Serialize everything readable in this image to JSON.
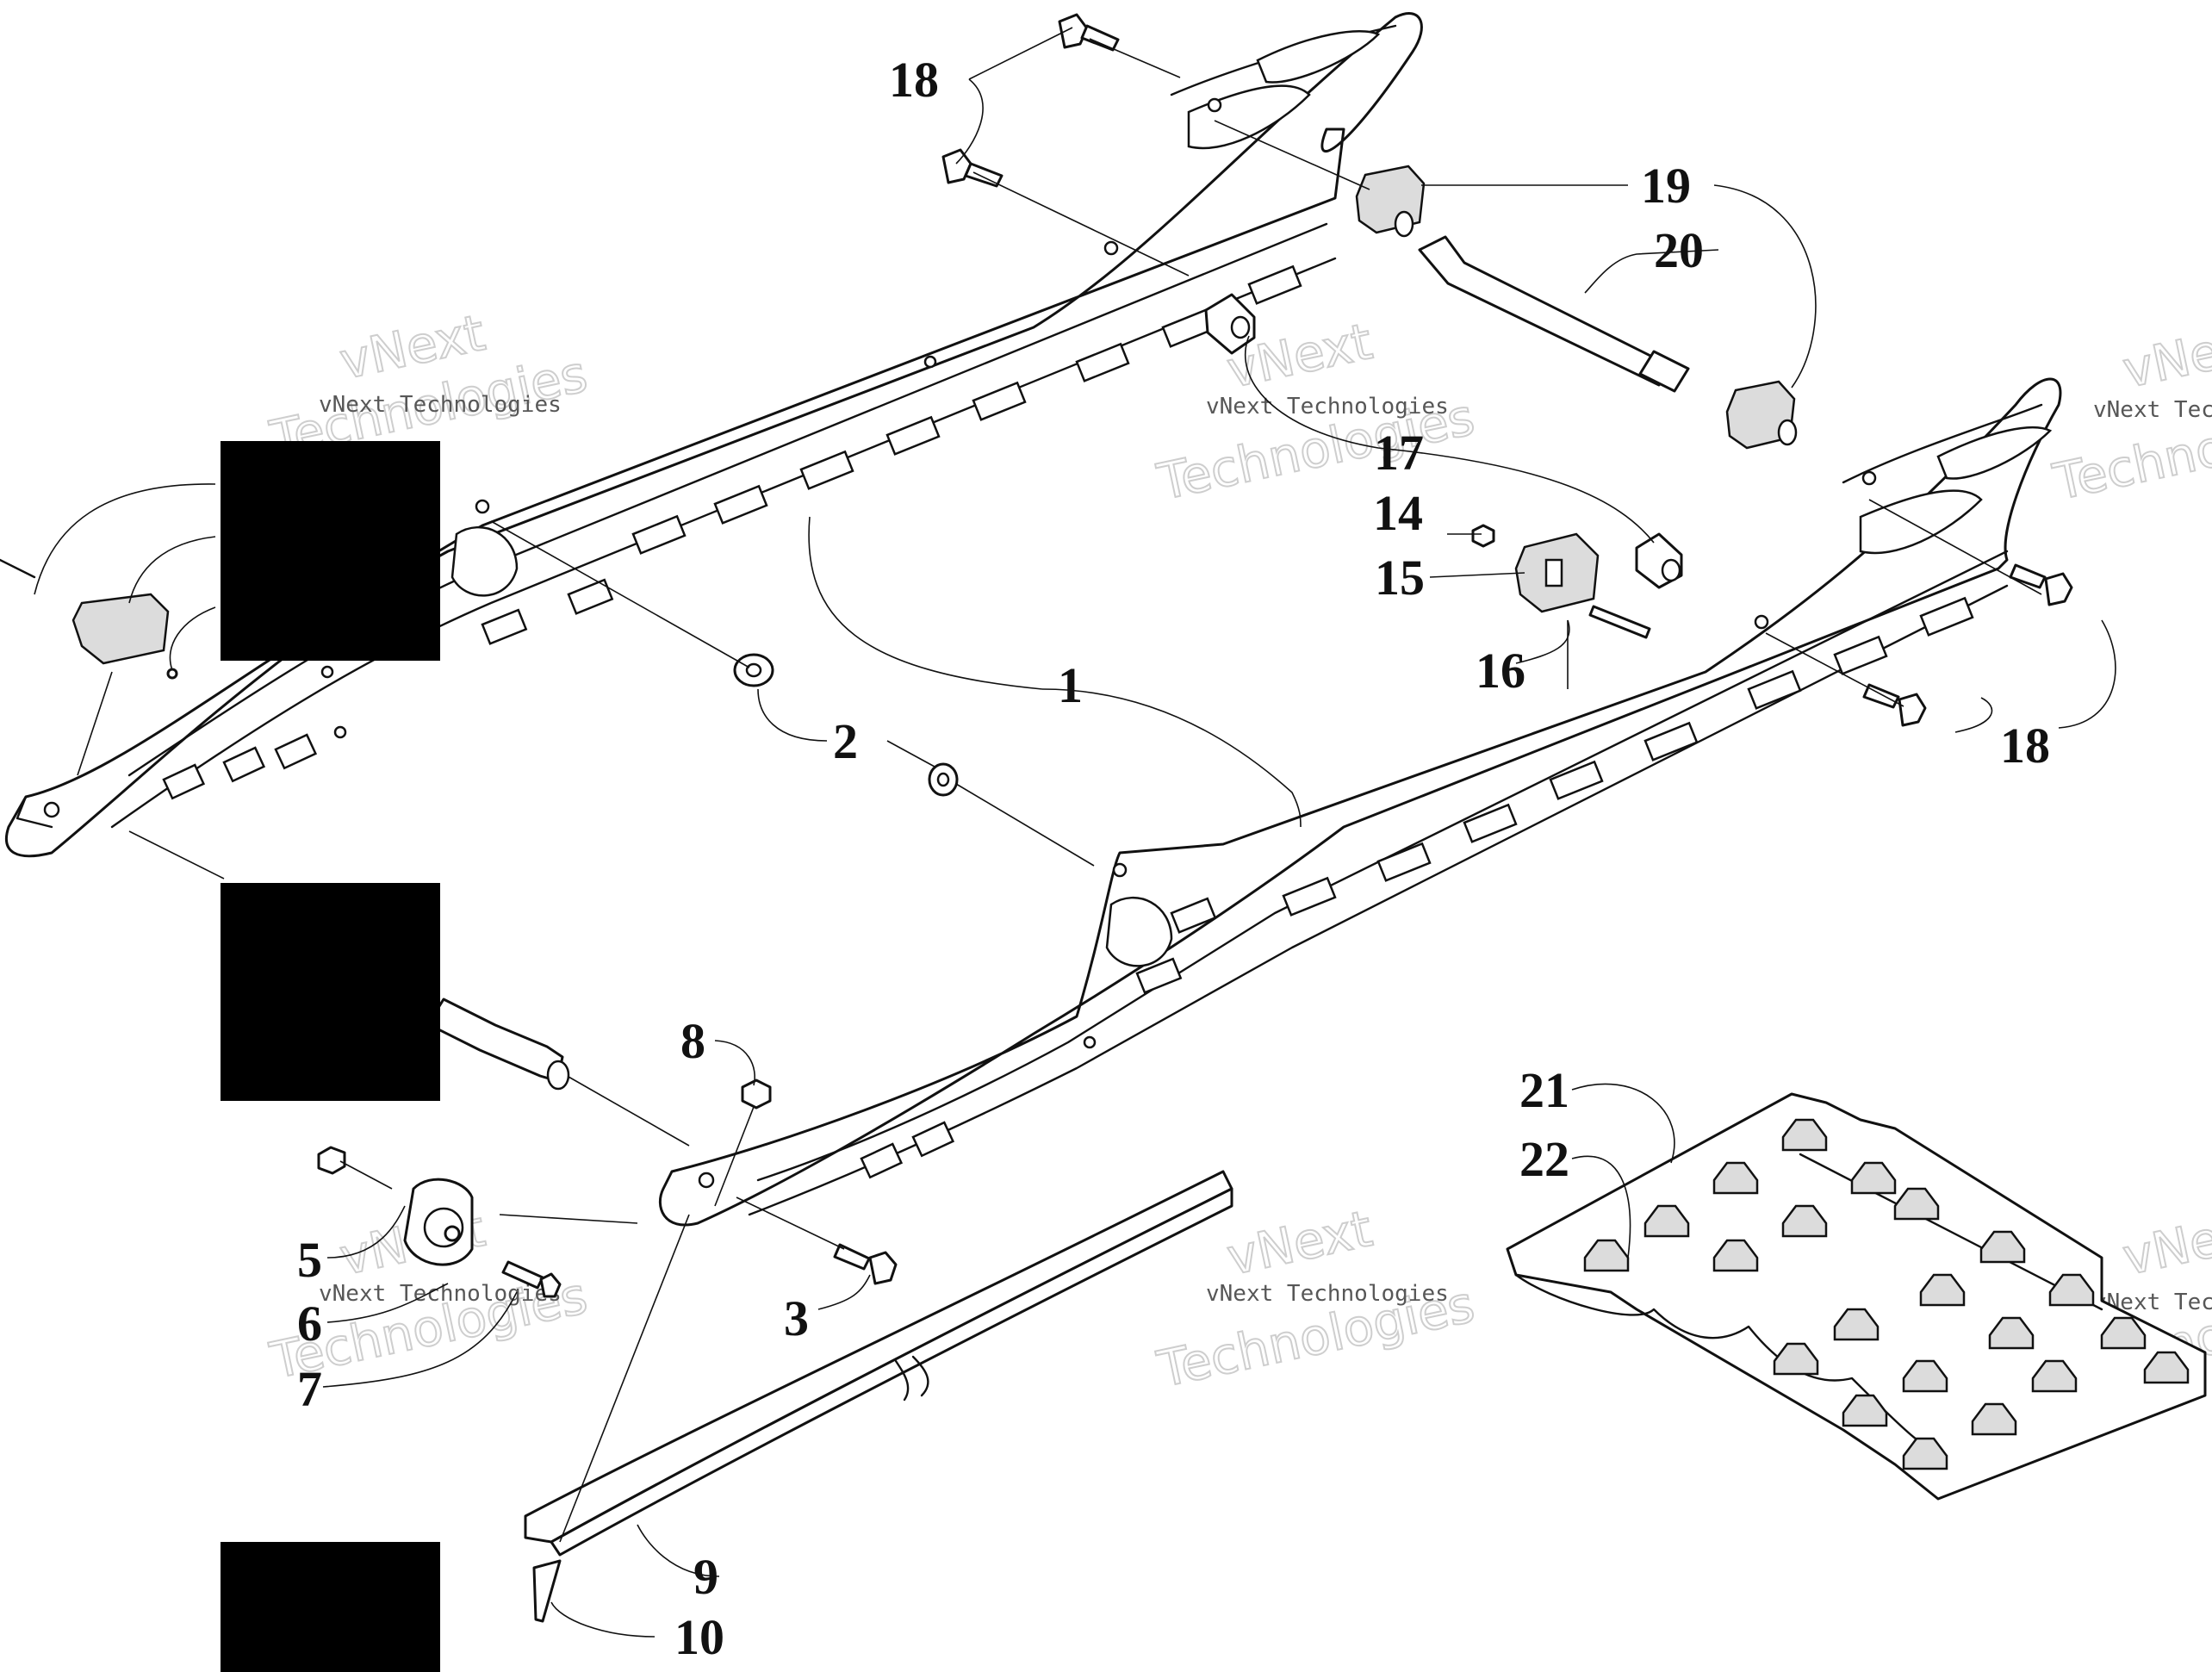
{
  "callouts": {
    "c1": "1",
    "c2": "2",
    "c3": "3",
    "c5": "5",
    "c6": "6",
    "c7": "7",
    "c8": "8",
    "c9": "9",
    "c10": "10",
    "c14": "14",
    "c15": "15",
    "c16": "16",
    "c17": "17",
    "c18a": "18",
    "c18b": "18",
    "c19": "19",
    "c20": "20",
    "c21": "21",
    "c22": "22"
  },
  "watermark": {
    "small": "vNext Technologies",
    "big_line1": "vNext",
    "big_line2": "Technologies"
  }
}
